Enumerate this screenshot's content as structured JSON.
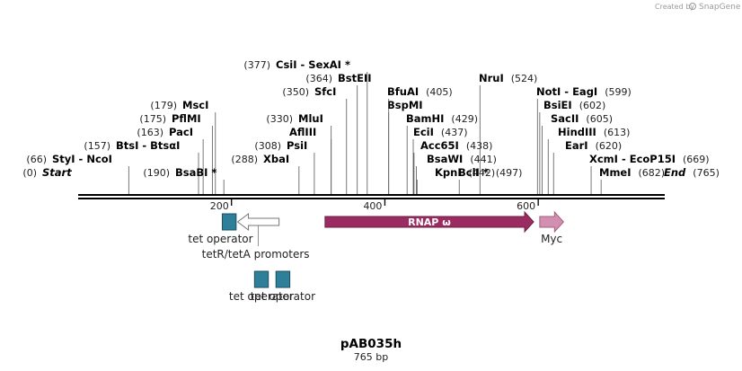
{
  "credit": {
    "created_by": "Created by",
    "brand": "SnapGene"
  },
  "title": "pAB035h",
  "subtitle": "765 bp",
  "backbone": {
    "start": 0,
    "end": 765
  },
  "ticks": [
    {
      "value": 200,
      "label": "200"
    },
    {
      "value": 400,
      "label": "400"
    },
    {
      "value": 600,
      "label": "600"
    }
  ],
  "features": [
    {
      "name": "tet operator",
      "start": 188,
      "end": 206,
      "shape": "box",
      "color": "#2e7f99",
      "row": 1,
      "label_row": 1
    },
    {
      "name": "tetR/tetA promoters",
      "start": 208,
      "end": 262,
      "shape": "arrow-left",
      "color": "#ffffff",
      "row": 1,
      "label_row": 2
    },
    {
      "name": "RNAP ω",
      "start": 322,
      "end": 594,
      "shape": "arrow-right",
      "color": "#9b2c61",
      "row": 1,
      "label_row": 0
    },
    {
      "name": "Myc",
      "start": 602,
      "end": 633,
      "shape": "arrow-right",
      "color": "#d28fb0",
      "row": 1,
      "label_row": 1
    },
    {
      "name": "tet operator",
      "start": 230,
      "end": 248,
      "shape": "box",
      "color": "#2e7f99",
      "row": 2,
      "label_row": 1
    },
    {
      "name": "tet operator",
      "start": 258,
      "end": 276,
      "shape": "box",
      "color": "#2e7f99",
      "row": 2,
      "label_row": 1
    }
  ],
  "sites": [
    {
      "pos": "(0)",
      "name": "Start",
      "cut": 0,
      "level": 0,
      "special": "start"
    },
    {
      "pos": "(66)",
      "name": "StyI  -  NcoI",
      "cut": 66,
      "level": 1
    },
    {
      "pos": "(157)",
      "name": "BtsI  -  BtsαI",
      "cut": 157,
      "level": 2
    },
    {
      "pos": "(163)",
      "name": "PacI",
      "cut": 163,
      "level": 3
    },
    {
      "pos": "(175)",
      "name": "PflMI",
      "cut": 175,
      "level": 4
    },
    {
      "pos": "(179)",
      "name": "MscI",
      "cut": 179,
      "level": 5
    },
    {
      "pos": "(190)",
      "name": "BsaBI *",
      "cut": 190,
      "level": 0
    },
    {
      "pos": "(288)",
      "name": "XbaI",
      "cut": 288,
      "level": 1
    },
    {
      "pos": "(308)",
      "name": "PsiI",
      "cut": 308,
      "level": 2
    },
    {
      "pos": "",
      "name": "AflIII",
      "cut": 330,
      "level": 3
    },
    {
      "pos": "(330)",
      "name": "MluI",
      "cut": 330,
      "level": 4
    },
    {
      "pos": "(350)",
      "name": "SfcI",
      "cut": 350,
      "level": 6
    },
    {
      "pos": "(364)",
      "name": "BstEII",
      "cut": 364,
      "level": 7
    },
    {
      "pos": "(377)",
      "name": "CsiI  -  SexAI *",
      "cut": 377,
      "level": 8
    },
    {
      "pos": "",
      "name": "BspMI",
      "cut": 405,
      "level": 5
    },
    {
      "pos": "(405)",
      "name": "BfuAI",
      "cut": 405,
      "level": 6
    },
    {
      "pos": "(429)",
      "name": "BamHI",
      "cut": 429,
      "level": 4
    },
    {
      "pos": "(437)",
      "name": "EciI",
      "cut": 437,
      "level": 3
    },
    {
      "pos": "(438)",
      "name": "Acc65I",
      "cut": 438,
      "level": 2
    },
    {
      "pos": "(441)",
      "name": "BsaWI",
      "cut": 441,
      "level": 1
    },
    {
      "pos": "(442)",
      "name": "KpnI",
      "cut": 442,
      "level": 0
    },
    {
      "pos": "(497)",
      "name": "BclI *",
      "cut": 497,
      "level": -1
    },
    {
      "pos": "(524)",
      "name": "NruI",
      "cut": 524,
      "level": 7
    },
    {
      "pos": "(599)",
      "name": "NotI  -  EagI",
      "cut": 599,
      "level": 6
    },
    {
      "pos": "(602)",
      "name": "BsiEI",
      "cut": 602,
      "level": 5
    },
    {
      "pos": "(605)",
      "name": "SacII",
      "cut": 605,
      "level": 4
    },
    {
      "pos": "(613)",
      "name": "HindIII",
      "cut": 613,
      "level": 3
    },
    {
      "pos": "(620)",
      "name": "EarI",
      "cut": 620,
      "level": 2
    },
    {
      "pos": "(669)",
      "name": "XcmI  -  EcoP15I",
      "cut": 669,
      "level": 1
    },
    {
      "pos": "(682)",
      "name": "MmeI",
      "cut": 682,
      "level": 0
    },
    {
      "pos": "(765)",
      "name": "End",
      "cut": 765,
      "level": -1,
      "special": "end"
    }
  ]
}
